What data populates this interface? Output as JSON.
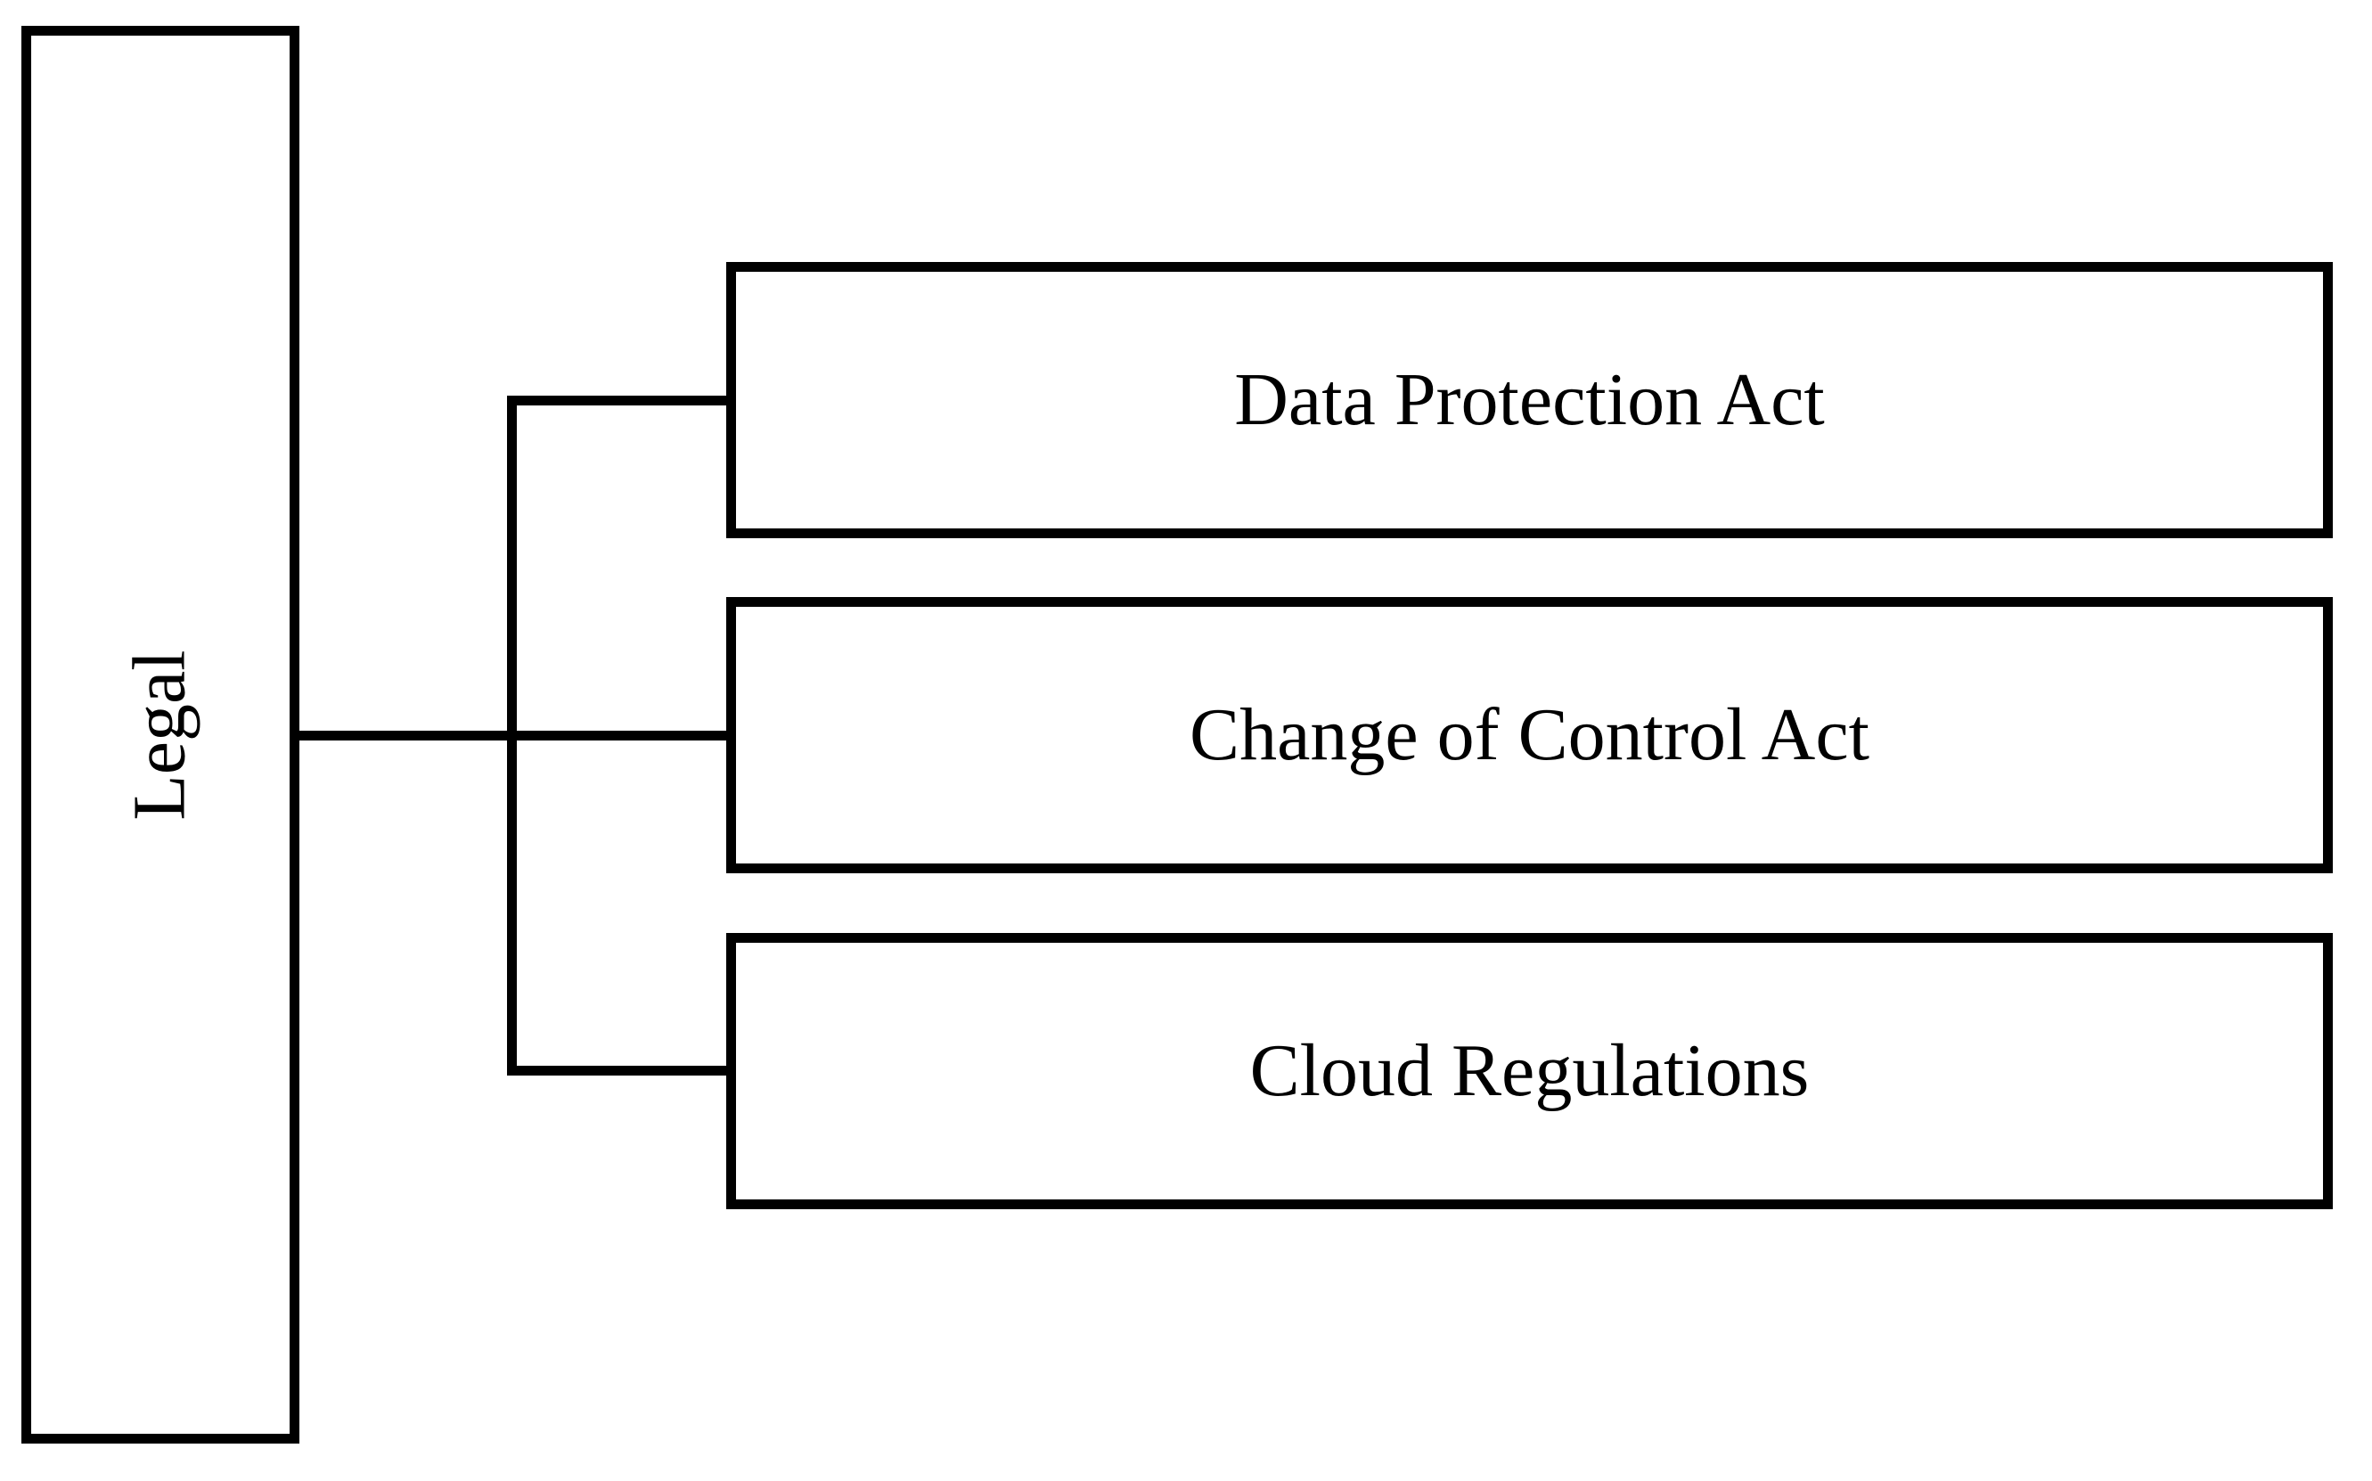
{
  "diagram": {
    "type": "tree",
    "orientation": "left-to-right",
    "root": {
      "label": "Legal"
    },
    "children": [
      {
        "label": "Data Protection Act"
      },
      {
        "label": "Change of Control Act"
      },
      {
        "label": "Cloud Regulations"
      }
    ]
  },
  "colors": {
    "line": "#000000",
    "background": "#ffffff",
    "text": "#000000"
  }
}
